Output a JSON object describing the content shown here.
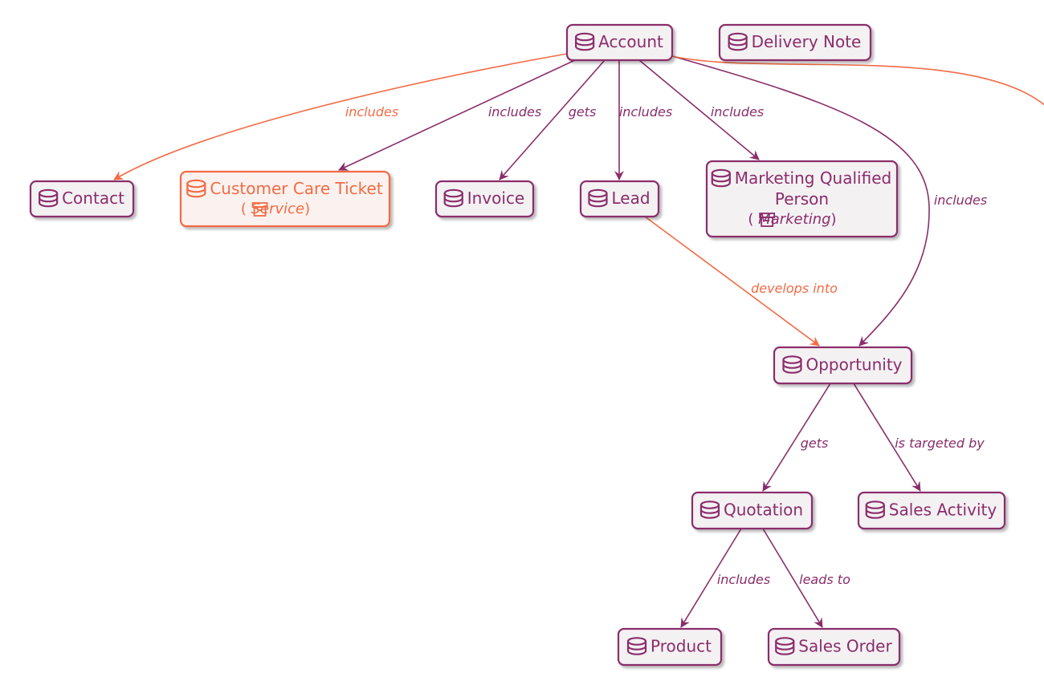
{
  "colors": {
    "primary": "#8a2d6b",
    "highlight": "#f26b45",
    "node_fill": "#f4f1f3",
    "node_fill_highlight": "#fbf2ef"
  },
  "icons": {
    "entity": "database-icon",
    "module": "archive-box-icon"
  },
  "nodes": [
    {
      "id": "account",
      "label": [
        "Account"
      ]
    },
    {
      "id": "delivery-note",
      "label": [
        "Delivery Note"
      ]
    },
    {
      "id": "contact",
      "label": [
        "Contact"
      ]
    },
    {
      "id": "customer-care-ticket",
      "label": [
        "Customer Care Ticket"
      ],
      "module": "Service",
      "highlight": true
    },
    {
      "id": "invoice",
      "label": [
        "Invoice"
      ]
    },
    {
      "id": "lead",
      "label": [
        "Lead"
      ]
    },
    {
      "id": "marketing-qualified-person",
      "label": [
        "Marketing Qualified",
        "Person"
      ],
      "module": "Marketing"
    },
    {
      "id": "opportunity",
      "label": [
        "Opportunity"
      ]
    },
    {
      "id": "quotation",
      "label": [
        "Quotation"
      ]
    },
    {
      "id": "sales-activity",
      "label": [
        "Sales Activity"
      ]
    },
    {
      "id": "product",
      "label": [
        "Product"
      ]
    },
    {
      "id": "sales-order",
      "label": [
        "Sales Order"
      ]
    }
  ],
  "edges": [
    {
      "id": "account-contact",
      "from": "account",
      "to": "contact",
      "label": "includes",
      "highlight": true
    },
    {
      "id": "account-ticket",
      "from": "account",
      "to": "customer-care-ticket",
      "label": "includes"
    },
    {
      "id": "account-invoice",
      "from": "account",
      "to": "invoice",
      "label": "gets"
    },
    {
      "id": "account-lead",
      "from": "account",
      "to": "lead",
      "label": "includes"
    },
    {
      "id": "account-mqp",
      "from": "account",
      "to": "marketing-qualified-person",
      "label": "includes"
    },
    {
      "id": "account-opportunity",
      "from": "account",
      "to": "opportunity",
      "label": "includes"
    },
    {
      "id": "account-offscreen",
      "from": "account",
      "to": "",
      "label": "",
      "highlight": true
    },
    {
      "id": "lead-opportunity",
      "from": "lead",
      "to": "opportunity",
      "label": "develops into",
      "highlight": true
    },
    {
      "id": "opportunity-quotation",
      "from": "opportunity",
      "to": "quotation",
      "label": "gets"
    },
    {
      "id": "opportunity-sales-activity",
      "from": "opportunity",
      "to": "sales-activity",
      "label": "is targeted by"
    },
    {
      "id": "quotation-product",
      "from": "quotation",
      "to": "product",
      "label": "includes"
    },
    {
      "id": "quotation-sales-order",
      "from": "quotation",
      "to": "sales-order",
      "label": "leads to"
    }
  ]
}
